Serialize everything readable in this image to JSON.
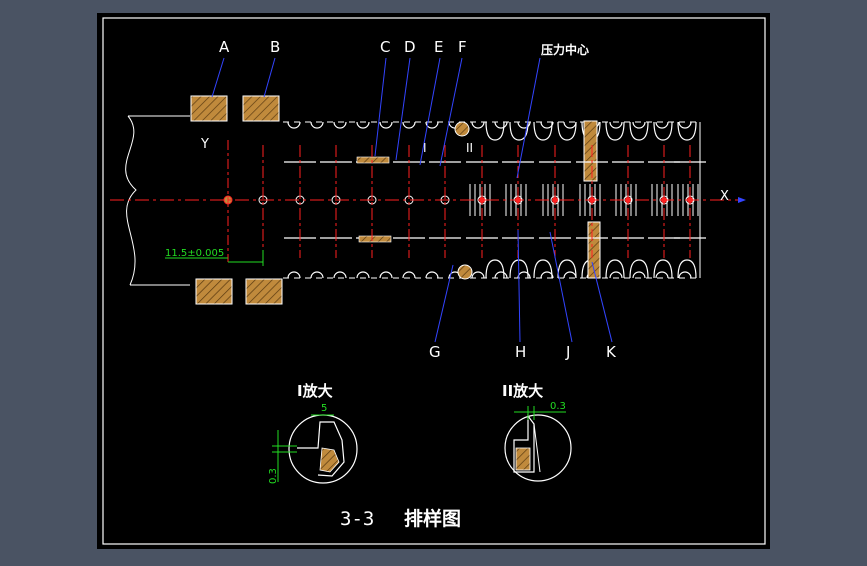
{
  "drawing": {
    "title": "3-3",
    "title_cn": "排样图",
    "pressure_center": "压力中心",
    "axis_x": "X",
    "axis_y": "Y",
    "dimension": "11.5±0.005",
    "top_labels": [
      "A",
      "B",
      "C",
      "D",
      "E",
      "F"
    ],
    "bottom_labels": [
      "G",
      "H",
      "J",
      "K"
    ],
    "station_labels": [
      "I",
      "II"
    ],
    "detail_1": {
      "label": "I放大",
      "dim_top": "5",
      "dim_side": "0.3"
    },
    "detail_2": {
      "label": "II放大",
      "dim_top": "0.3"
    }
  },
  "colors": {
    "background": "#4a5363",
    "canvas": "#000000",
    "frame": "#ffffff",
    "centerline": "#ff2020",
    "dimension": "#22dd22",
    "leader": "#3344ff",
    "hatch": "#c08a3c",
    "stroke": "#ffffff"
  }
}
